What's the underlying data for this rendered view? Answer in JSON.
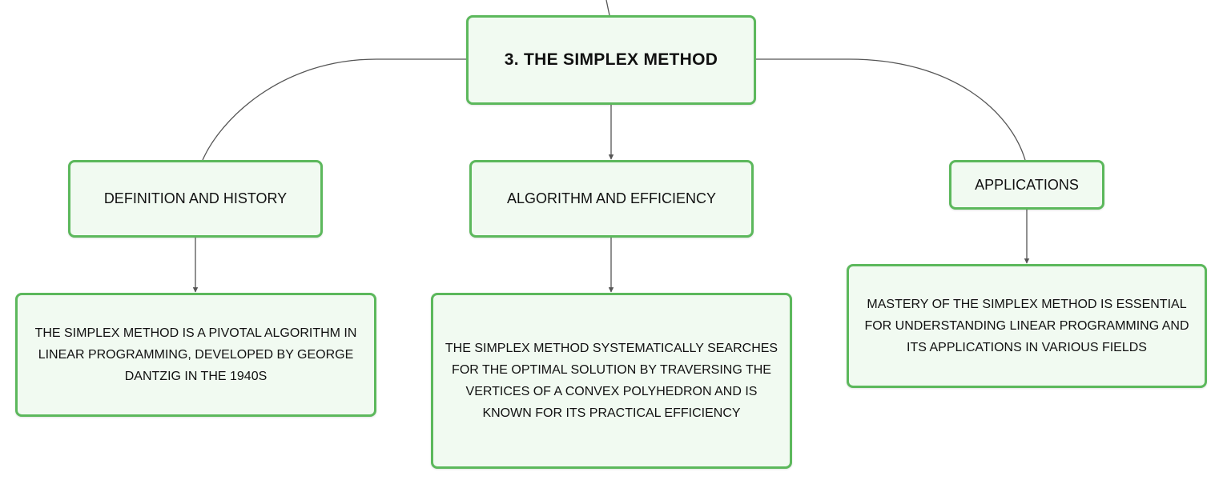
{
  "colors": {
    "node_border": "#5cb85c",
    "node_fill": "#f1faf1",
    "edge": "#555555"
  },
  "root": {
    "label": "3. THE SIMPLEX METHOD"
  },
  "topics": [
    {
      "label": "DEFINITION AND HISTORY"
    },
    {
      "label": "ALGORITHM AND EFFICIENCY"
    },
    {
      "label": "APPLICATIONS"
    }
  ],
  "details": [
    {
      "text": "THE SIMPLEX METHOD IS A PIVOTAL ALGORITHM IN LINEAR PROGRAMMING, DEVELOPED BY GEORGE DANTZIG IN THE 1940S"
    },
    {
      "text": "THE SIMPLEX METHOD SYSTEMATICALLY SEARCHES FOR THE OPTIMAL SOLUTION BY TRAVERSING THE VERTICES OF A CONVEX POLYHEDRON AND IS KNOWN FOR ITS PRACTICAL EFFICIENCY"
    },
    {
      "text": "MASTERY OF THE SIMPLEX METHOD IS ESSENTIAL FOR UNDERSTANDING LINEAR PROGRAMMING AND ITS APPLICATIONS IN VARIOUS FIELDS"
    }
  ]
}
